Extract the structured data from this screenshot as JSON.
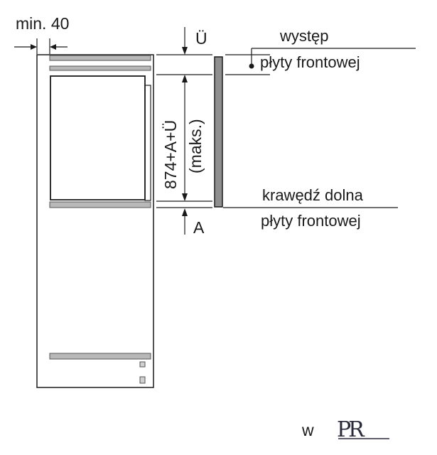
{
  "labels": {
    "min_gap": "min. 40",
    "u_symbol": "Ü",
    "a_symbol": "A",
    "height_value": "874+A+Ü",
    "height_note": "(maks.)",
    "protrusion_line1": "występ",
    "protrusion_line2": "płyty frontowej",
    "bottom_edge_line1": "krawędź dolna",
    "bottom_edge_line2": "płyty frontowej",
    "watermark_letter": "w",
    "logo_text": "PR"
  },
  "colors": {
    "line": "#1a1a1a",
    "panel": "#b8b8b8",
    "panel_dark": "#8f8f8f",
    "background": "#ffffff"
  }
}
